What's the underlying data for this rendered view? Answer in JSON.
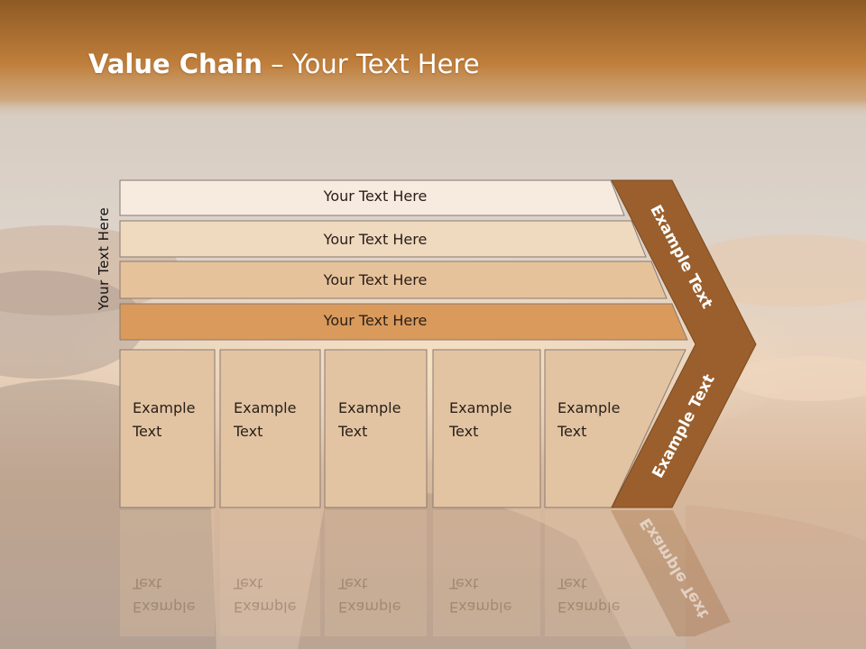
{
  "title": {
    "bold": "Value Chain",
    "separator": " – ",
    "normal": "Your Text Here"
  },
  "side_label": "Your Text Here",
  "bars": [
    {
      "label": "Your Text Here",
      "color": "#f6ebde"
    },
    {
      "label": "Your Text Here",
      "color": "#efd9bf"
    },
    {
      "label": "Your Text Here",
      "color": "#e6c29b"
    },
    {
      "label": "Your Text Here",
      "color": "#d99a5c"
    }
  ],
  "columns": [
    {
      "line1": "Example",
      "line2": "Text"
    },
    {
      "line1": "Example",
      "line2": "Text"
    },
    {
      "line1": "Example",
      "line2": "Text"
    },
    {
      "line1": "Example",
      "line2": "Text"
    },
    {
      "line1": "Example",
      "line2": "Text"
    }
  ],
  "arrow": {
    "top_label": "Example Text",
    "bottom_label": "Example Text",
    "color": "#9a5f2c"
  },
  "colors": {
    "header": "#b8742e",
    "column_fill": "#e2c4a3",
    "column_border": "#8a7a70"
  }
}
